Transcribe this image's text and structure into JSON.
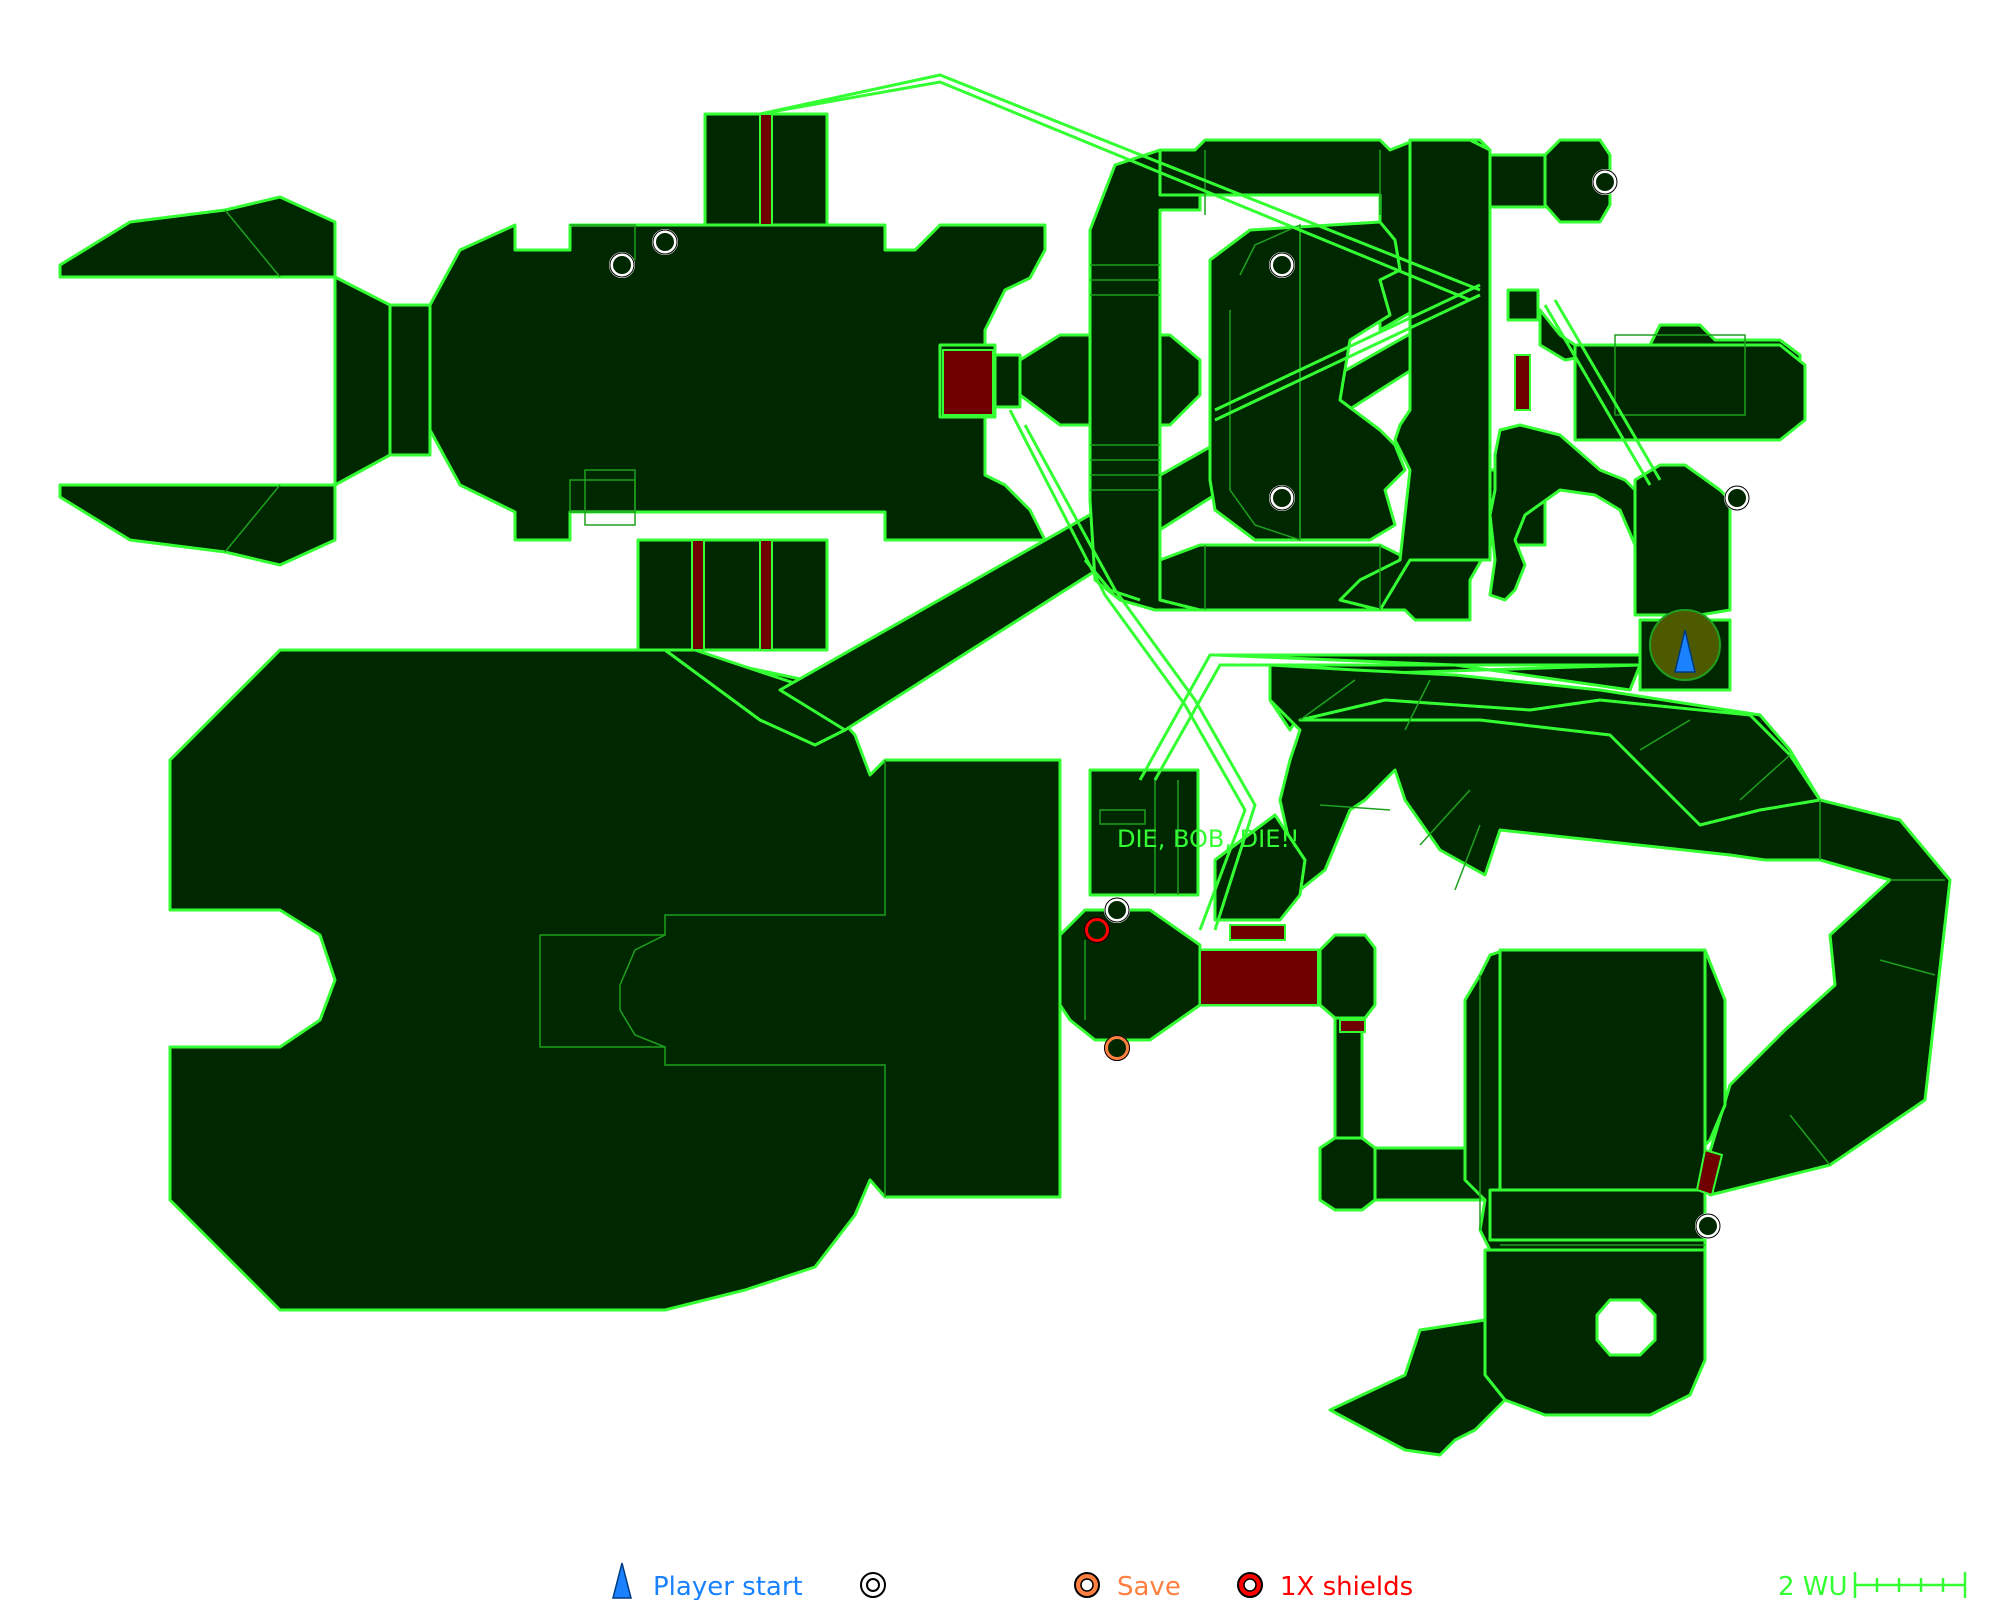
{
  "map": {
    "annotation": "DIE, BOB, DIE!!",
    "colors": {
      "background": "#ffffff",
      "floor": "#002800",
      "wall": "#33ff33",
      "inner_line": "#1ea01e",
      "platform": "#700000",
      "start_circle": "#4d5a00",
      "player_start": "#1a82ff",
      "save": "#ff8040",
      "shields": "#ff0000",
      "item_ring": "#ffffff"
    }
  },
  "legend": {
    "player_start": "Player start",
    "item_label": "",
    "save": "Save",
    "shields": "1X shields",
    "scale": "2 WU"
  }
}
